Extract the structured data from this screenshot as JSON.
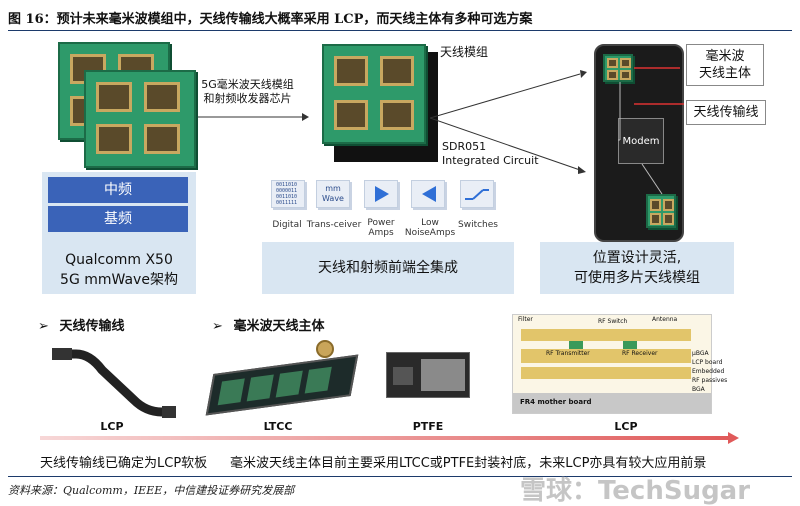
{
  "figure": {
    "title": "图 16：预计未来毫米波模组中，天线传输线大概率采用 LCP，而天线主体有多种可选方案"
  },
  "top_left": {
    "band_mid": "中频",
    "band_base": "基频",
    "caption_line1": "Qualcomm X50",
    "caption_line2": "5G mmWave架构"
  },
  "top_middle": {
    "module_label_line1": "5G毫米波天线模组",
    "module_label_line2": "和射频收发器芯片",
    "antenna_module_label": "天线模组",
    "ic_label_line1": "SDR051",
    "ic_label_line2": "Integrated Circuit",
    "icons": [
      {
        "name": "digital",
        "label": "Digital",
        "glyph": "0011010\n0000011\n0011010\n0011111"
      },
      {
        "name": "transceiver",
        "label": "Trans-ceiver",
        "glyph": "mm\nWave"
      },
      {
        "name": "power-amps",
        "label_line1": "Power",
        "label_line2": "Amps"
      },
      {
        "name": "low-noise-amps",
        "label_line1": "Low",
        "label_line2": "NoiseAmps"
      },
      {
        "name": "switches",
        "label": "Switches"
      }
    ],
    "caption": "天线和射频前端全集成"
  },
  "top_right": {
    "antenna_body_line1": "毫米波",
    "antenna_body_line2": "天线主体",
    "transmission_line": "天线传输线",
    "modem": "Modem",
    "caption_line1": "位置设计灵活,",
    "caption_line2": "可使用多片天线模组"
  },
  "bottom": {
    "section_transmission": "天线传输线",
    "section_antenna_body": "毫米波天线主体",
    "bullet": "➢",
    "products": [
      {
        "name": "lcp-cable",
        "label": "LCP"
      },
      {
        "name": "ltcc-module",
        "label": "LTCC"
      },
      {
        "name": "ptfe-module",
        "label": "PTFE"
      },
      {
        "name": "lcp-stack",
        "label": "LCP"
      }
    ],
    "stack_labels": {
      "filter": "Filter",
      "rf_switch": "RF Switch",
      "antenna": "Antenna",
      "rf_transmitter": "RF Transmitter",
      "rf_receiver": "RF Receiver",
      "ubga": "μBGA",
      "lcp_board": "LCP board",
      "embedded": "Embedded",
      "rf_passives": "RF passives",
      "bga": "BGA",
      "fr4": "FR4 mother board"
    },
    "footer_left": "天线传输线已确定为LCP软板",
    "footer_right": "毫米波天线主体目前主要采用LTCC或PTFE封装衬底，未来LCP亦具有较大应用前景"
  },
  "source": "资料来源：Qualcomm，IEEE，中信建投证券研究发展部",
  "watermark": "雪球：TechSugar",
  "colors": {
    "band_blue": "#3a63b8",
    "panel_blue": "#d9e6f2",
    "module_green": "#2e9a6a",
    "arrow_red": "#e05a5a"
  }
}
